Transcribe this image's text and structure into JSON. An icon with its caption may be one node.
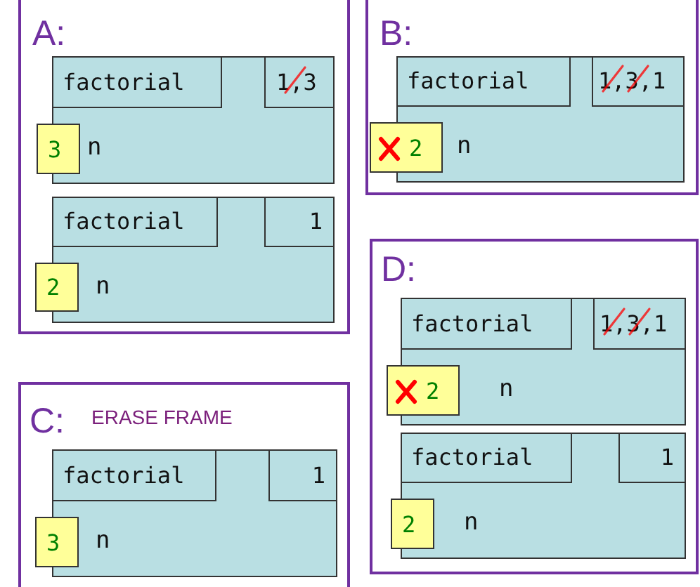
{
  "diagram": {
    "nodes": [
      {
        "text": [
          "A:"
        ]
      },
      {
        "text": [],
        "shape": "box",
        "in": 0
      },
      {
        "text": [
          "factorial"
        ],
        "in": 1
      },
      {
        "text": [
          "1,3"
        ],
        "in": 1
      },
      {
        "text": [
          "3"
        ],
        "in": 0,
        "beside": [
          "n"
        ]
      },
      {
        "text": [],
        "shape": "box",
        "in": 0
      },
      {
        "text": [
          "factorial"
        ],
        "in": 5
      },
      {
        "text": [
          "1"
        ],
        "in": 5
      },
      {
        "text": [
          "2"
        ],
        "in": 0,
        "beside": [
          "n"
        ]
      },
      {
        "text": [
          "B:"
        ]
      },
      {
        "text": [],
        "shape": "box",
        "in": 9
      },
      {
        "text": [
          "factorial"
        ],
        "in": 10
      },
      {
        "text": [
          "1,3,1"
        ],
        "in": 10
      },
      {
        "text": [
          "2"
        ],
        "in": 9,
        "beside": [
          "n"
        ]
      },
      {
        "text": [
          "C:",
          "ERASE FRAME"
        ]
      },
      {
        "text": [],
        "shape": "box",
        "in": 14
      },
      {
        "text": [
          "factorial"
        ],
        "in": 15
      },
      {
        "text": [
          "1"
        ],
        "in": 15
      },
      {
        "text": [
          "3"
        ],
        "in": 14,
        "beside": [
          "n"
        ]
      },
      {
        "text": [
          "D:"
        ]
      },
      {
        "text": [],
        "shape": "box",
        "in": 19
      },
      {
        "text": [
          "factorial"
        ],
        "in": 20
      },
      {
        "text": [
          "1,3,1"
        ],
        "in": 20
      },
      {
        "text": [
          "2"
        ],
        "in": 19,
        "beside": [
          "n"
        ]
      },
      {
        "text": [],
        "shape": "box",
        "in": 19
      },
      {
        "text": [
          "factorial"
        ],
        "in": 24
      },
      {
        "text": [
          "1"
        ],
        "in": 24
      },
      {
        "text": [
          "2"
        ],
        "in": 19,
        "beside": [
          "n"
        ]
      }
    ]
  }
}
